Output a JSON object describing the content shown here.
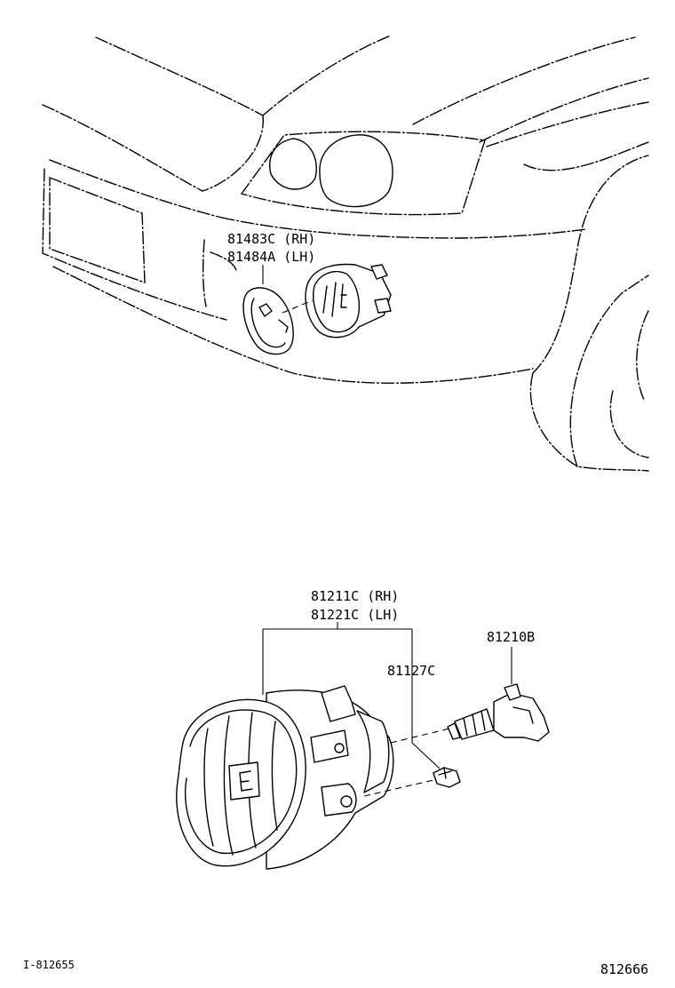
{
  "labels": {
    "upper_part_rh": "81483C (RH)",
    "upper_part_lh": "81484A (LH)",
    "lamp_rh": "81211C (RH)",
    "lamp_lh": "81221C (LH)",
    "bulb": "81210B",
    "screw": "81127C",
    "illustration_ref": "I-812655",
    "page_ref": "812666"
  }
}
